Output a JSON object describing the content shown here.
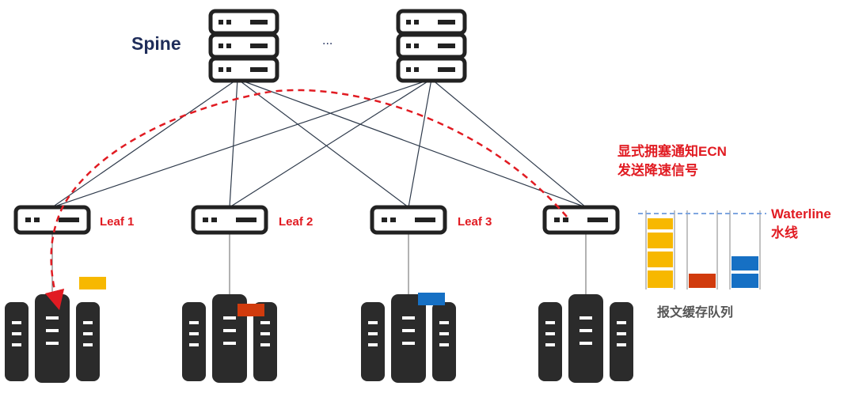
{
  "spine": {
    "label": "Spine",
    "ellipsis": "..."
  },
  "leaves": [
    {
      "label": "Leaf 1"
    },
    {
      "label": "Leaf 2"
    },
    {
      "label": "Leaf 3"
    },
    {
      "label": ""
    }
  ],
  "ecn_note": {
    "line1": "显式拥塞通知ECN",
    "line2": "发送降速信号"
  },
  "waterline": {
    "line1": "Waterline",
    "line2": "水线"
  },
  "queue_caption": "报文缓存队列",
  "colors": {
    "device": "#222222",
    "link": "#2f3b4c",
    "ecn_red": "#e11b22",
    "spine_label": "#1f2d5a",
    "yellow": "#f7b800",
    "red_packet": "#d13b0d",
    "blue": "#1670c4",
    "waterline": "#7ea6e0"
  }
}
